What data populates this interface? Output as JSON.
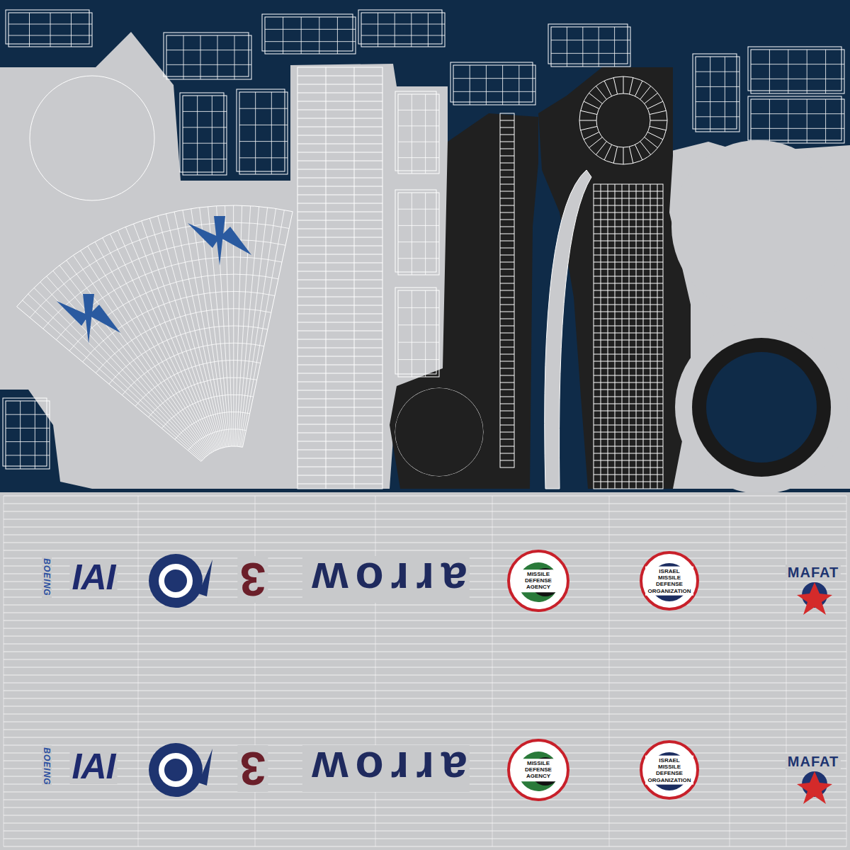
{
  "diagram": {
    "labels": [
      "BOEING",
      "IAI",
      "3",
      "arrow",
      "MISSILE DEFENSE AGENCY",
      "ISRAEL MISSILE DEFENSE ORGANIZATION",
      "MAFAT",
      "BOEING",
      "IAI",
      "3",
      "arrow",
      "MISSILE DEFENSE AGENCY",
      "ISRAEL MISSILE DEFENSE ORGANIZATION",
      "MAFAT"
    ]
  }
}
